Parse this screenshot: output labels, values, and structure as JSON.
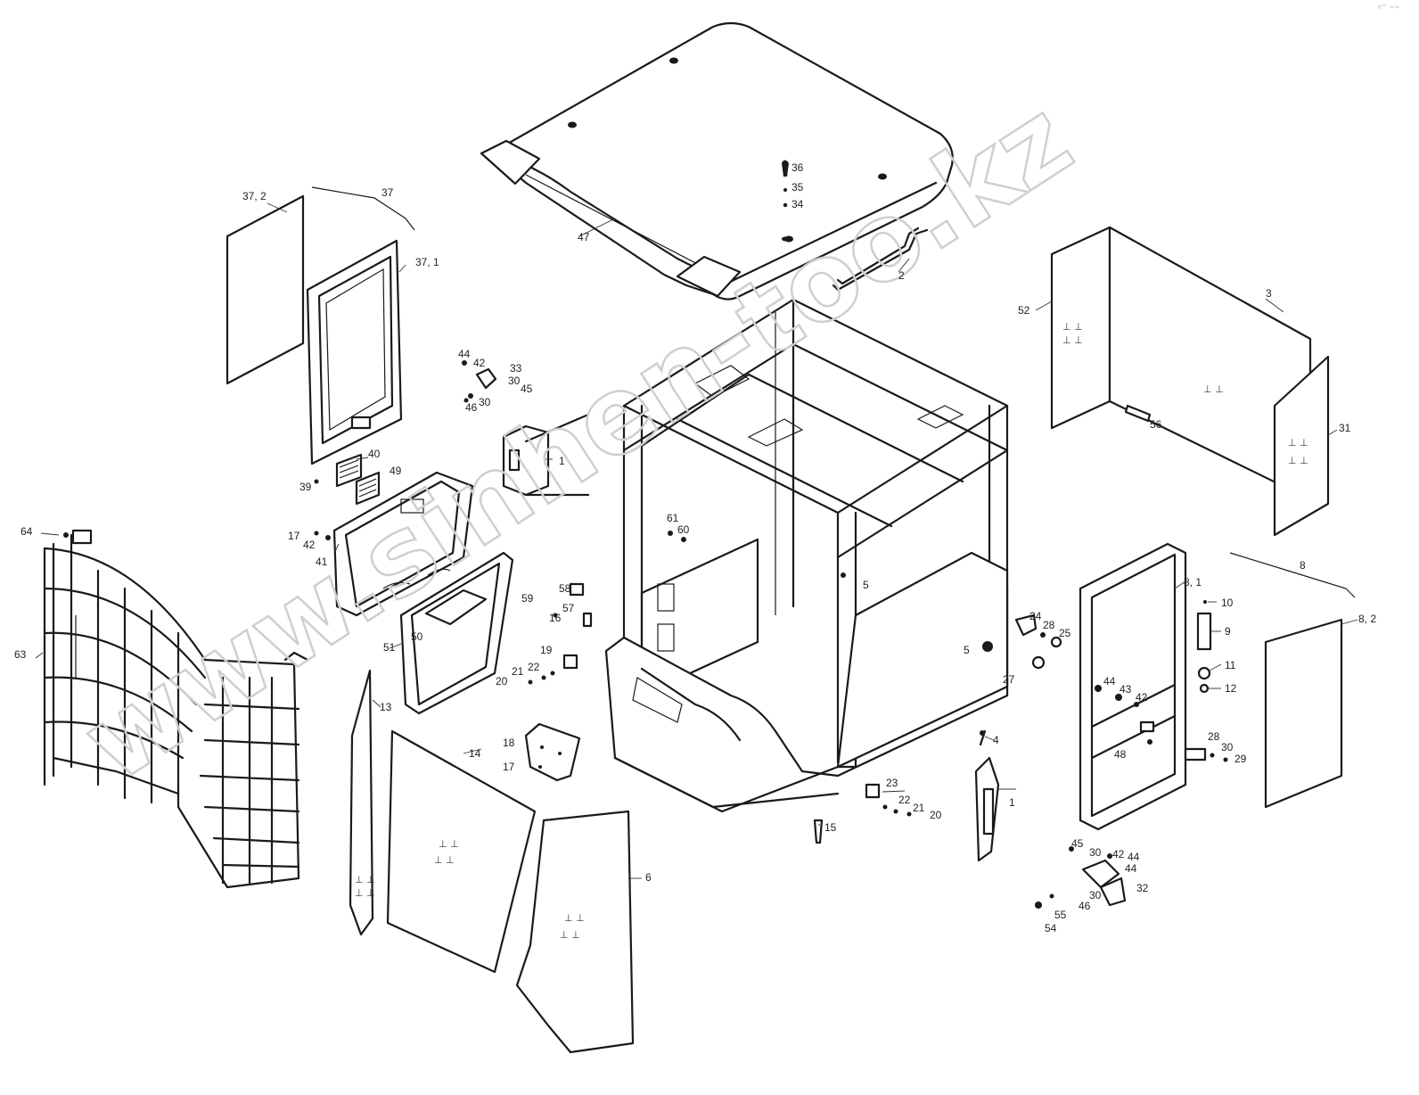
{
  "watermark": "www.sinhen-too.kz",
  "corner_mark": "л™ ∞∞",
  "glass_mark": "⊥ ⊥",
  "callouts": [
    {
      "id": "c-37-2",
      "text": "37, 2"
    },
    {
      "id": "c-37",
      "text": "37"
    },
    {
      "id": "c-37-1",
      "text": "37, 1"
    },
    {
      "id": "c-36",
      "text": "36"
    },
    {
      "id": "c-35",
      "text": "35"
    },
    {
      "id": "c-34",
      "text": "34"
    },
    {
      "id": "c-47",
      "text": "47"
    },
    {
      "id": "c-2",
      "text": "2"
    },
    {
      "id": "c-52",
      "text": "52"
    },
    {
      "id": "c-3",
      "text": "3"
    },
    {
      "id": "c-56",
      "text": "56"
    },
    {
      "id": "c-31",
      "text": "31"
    },
    {
      "id": "c-44a",
      "text": "44"
    },
    {
      "id": "c-42a",
      "text": "42"
    },
    {
      "id": "c-33",
      "text": "33"
    },
    {
      "id": "c-30a",
      "text": "30"
    },
    {
      "id": "c-45a",
      "text": "45"
    },
    {
      "id": "c-46a",
      "text": "46"
    },
    {
      "id": "c-30b",
      "text": "30"
    },
    {
      "id": "c-1a",
      "text": "1"
    },
    {
      "id": "c-40",
      "text": "40"
    },
    {
      "id": "c-49",
      "text": "49"
    },
    {
      "id": "c-39",
      "text": "39"
    },
    {
      "id": "c-17a",
      "text": "17"
    },
    {
      "id": "c-42b",
      "text": "42"
    },
    {
      "id": "c-41",
      "text": "41"
    },
    {
      "id": "c-64",
      "text": "64"
    },
    {
      "id": "c-63",
      "text": "63"
    },
    {
      "id": "c-61",
      "text": "61"
    },
    {
      "id": "c-60",
      "text": "60"
    },
    {
      "id": "c-5a",
      "text": "5"
    },
    {
      "id": "c-59",
      "text": "59"
    },
    {
      "id": "c-58",
      "text": "58"
    },
    {
      "id": "c-57",
      "text": "57"
    },
    {
      "id": "c-16",
      "text": "16"
    },
    {
      "id": "c-51",
      "text": "51"
    },
    {
      "id": "c-50",
      "text": "50"
    },
    {
      "id": "c-19",
      "text": "19"
    },
    {
      "id": "c-22a",
      "text": "22"
    },
    {
      "id": "c-21a",
      "text": "21"
    },
    {
      "id": "c-20a",
      "text": "20"
    },
    {
      "id": "c-13",
      "text": "13"
    },
    {
      "id": "c-14",
      "text": "14"
    },
    {
      "id": "c-18",
      "text": "18"
    },
    {
      "id": "c-17b",
      "text": "17"
    },
    {
      "id": "c-6",
      "text": "6"
    },
    {
      "id": "c-15",
      "text": "15"
    },
    {
      "id": "c-23",
      "text": "23"
    },
    {
      "id": "c-22b",
      "text": "22"
    },
    {
      "id": "c-21b",
      "text": "21"
    },
    {
      "id": "c-20b",
      "text": "20"
    },
    {
      "id": "c-24",
      "text": "24"
    },
    {
      "id": "c-28a",
      "text": "28"
    },
    {
      "id": "c-25",
      "text": "25"
    },
    {
      "id": "c-5b",
      "text": "5"
    },
    {
      "id": "c-27",
      "text": "27"
    },
    {
      "id": "c-4",
      "text": "4"
    },
    {
      "id": "c-1b",
      "text": "1"
    },
    {
      "id": "c-8",
      "text": "8"
    },
    {
      "id": "c-8-1",
      "text": "8, 1"
    },
    {
      "id": "c-8-2",
      "text": "8, 2"
    },
    {
      "id": "c-10",
      "text": "10"
    },
    {
      "id": "c-9",
      "text": "9"
    },
    {
      "id": "c-11",
      "text": "11"
    },
    {
      "id": "c-12",
      "text": "12"
    },
    {
      "id": "c-44b",
      "text": "44"
    },
    {
      "id": "c-43",
      "text": "43"
    },
    {
      "id": "c-42c",
      "text": "42"
    },
    {
      "id": "c-28b",
      "text": "28"
    },
    {
      "id": "c-30c",
      "text": "30"
    },
    {
      "id": "c-29",
      "text": "29"
    },
    {
      "id": "c-48",
      "text": "48"
    },
    {
      "id": "c-45b",
      "text": "45"
    },
    {
      "id": "c-30d",
      "text": "30"
    },
    {
      "id": "c-42d",
      "text": "42"
    },
    {
      "id": "c-44c",
      "text": "44"
    },
    {
      "id": "c-44d",
      "text": "44"
    },
    {
      "id": "c-32",
      "text": "32"
    },
    {
      "id": "c-30e",
      "text": "30"
    },
    {
      "id": "c-46b",
      "text": "46"
    },
    {
      "id": "c-55",
      "text": "55"
    },
    {
      "id": "c-54",
      "text": "54"
    }
  ]
}
